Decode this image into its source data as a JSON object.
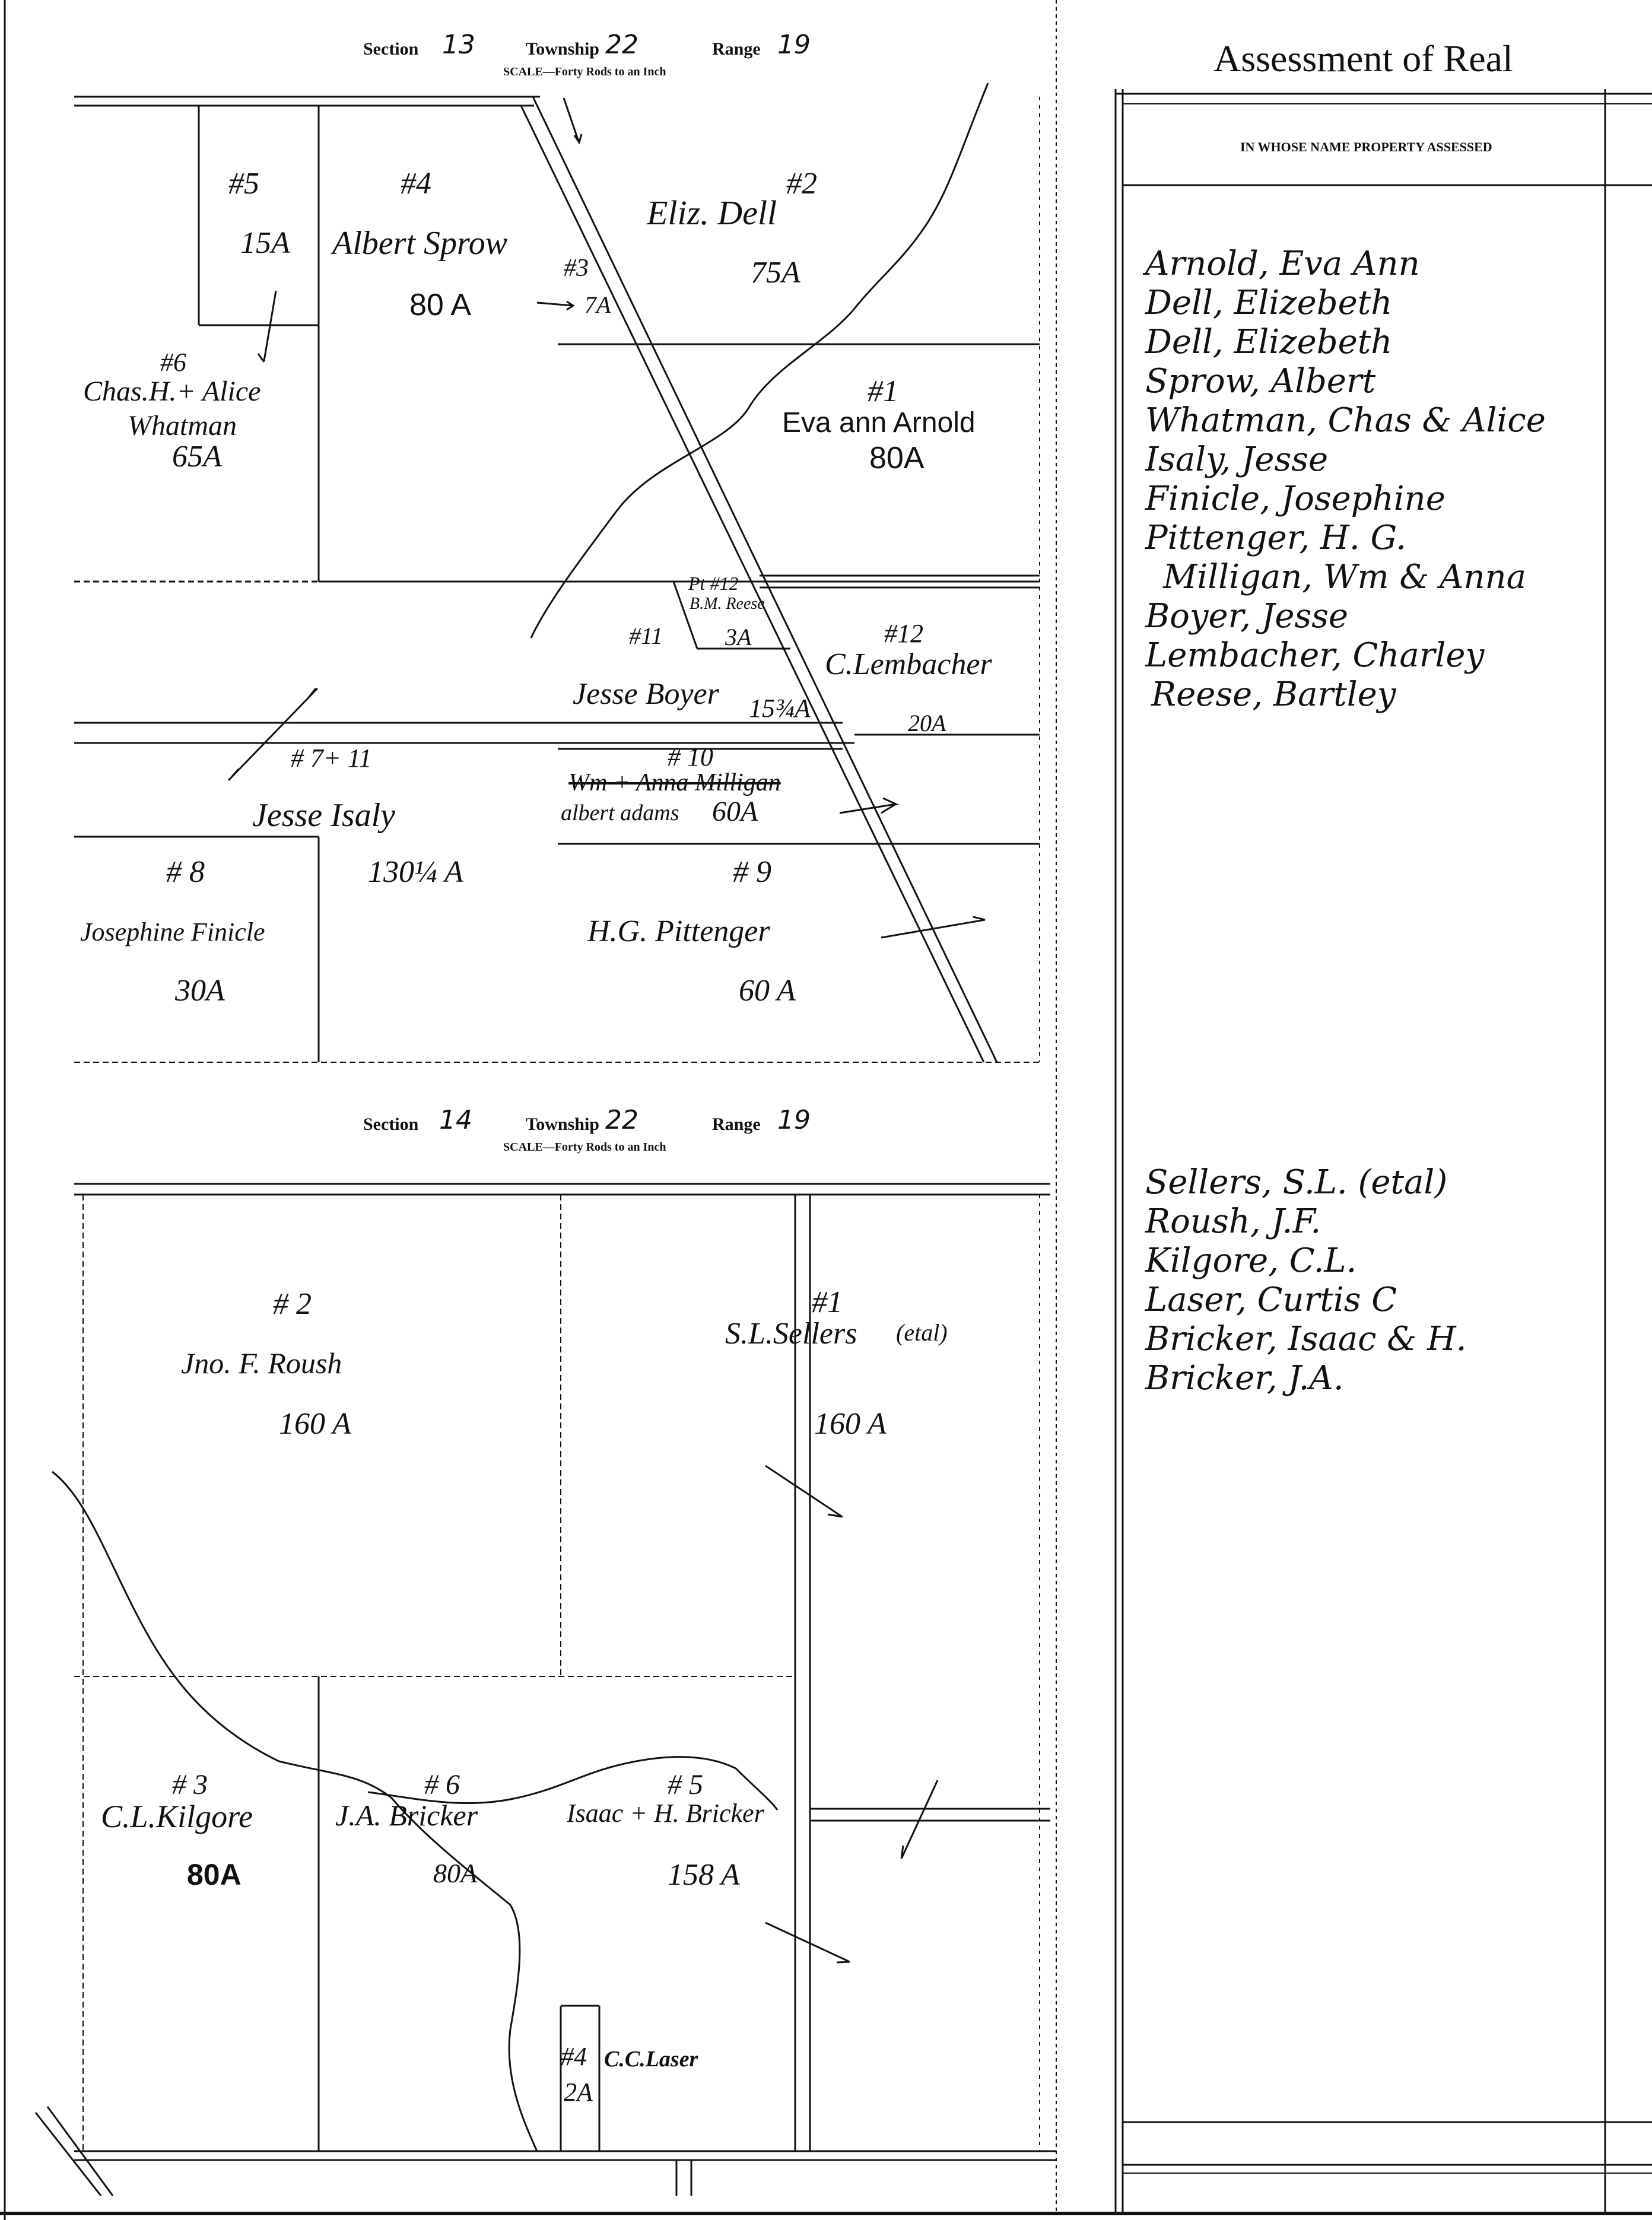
{
  "ledger": {
    "title": "Assessment of Real",
    "column_header": "IN WHOSE NAME PROPERTY ASSESSED",
    "owners_group_1": [
      "Arnold, Eva Ann",
      "Dell, Elizebeth",
      "Dell, Elizebeth",
      "Sprow, Albert",
      "Whatman, Chas & Alice",
      "Isaly, Jesse",
      "Finicle, Josephine",
      "Pittenger, H. G.",
      "Milligan, Wm & Anna",
      "Boyer, Jesse",
      "Lembacher, Charley",
      "Reese, Bartley"
    ],
    "owners_group_2": [
      "Sellers, S.L. (etal)",
      "Roush, J.F.",
      "Kilgore, C.L.",
      "Laser, Curtis C",
      "Bricker, Isaac & H.",
      "Bricker, J.A."
    ]
  },
  "map_top": {
    "section_label": "Section",
    "section": "13",
    "township_label": "Township",
    "township": "22",
    "range_label": "Range",
    "range": "19",
    "scale": "SCALE—Forty Rods to an Inch",
    "parcels": {
      "p5_num": "#5",
      "p5_area": "15A",
      "p4_num": "#4",
      "p4_owner": "Albert Sprow",
      "p4_area": "80 A",
      "p3_num": "#3",
      "p3_area": "7A",
      "p2_owner": "Eliz. Dell",
      "p2_num": "#2",
      "p2_area": "75A",
      "p6_num": "#6",
      "p6_owner_1": "Chas.H.+ Alice",
      "p6_owner_2": "Whatman",
      "p6_area": "65A",
      "p1_num": "#1",
      "p1_owner": "Eva ann Arnold",
      "p1_area": "80A",
      "p12a_num": "Pt #12",
      "p12a_owner": "B.M. Reese",
      "p12a_area": "3A",
      "p11_num": "#11",
      "p12_num": "#12",
      "p12_owner": "C.Lembacher",
      "p12_area": "20A",
      "p_boyer_owner": "Jesse Boyer",
      "p_boyer_area": "15¾A",
      "p7_num": "# 7+ 11",
      "p7_owner": "Jesse Isaly",
      "p7_area": "130¼ A",
      "p10_num": "# 10",
      "p10_old_owner": "Wm + Anna Milligan",
      "p10_owner": "albert adams",
      "p10_area": "60A",
      "p8_num": "# 8",
      "p8_owner": "Josephine Finicle",
      "p8_area": "30A",
      "p9_num": "# 9",
      "p9_owner": "H.G. Pittenger",
      "p9_area": "60 A"
    }
  },
  "map_bottom": {
    "section_label": "Section",
    "section": "14",
    "township_label": "Township",
    "township": "22",
    "range_label": "Range",
    "range": "19",
    "scale": "SCALE—Forty Rods to an Inch",
    "parcels": {
      "p2_num": "# 2",
      "p2_owner": "Jno. F. Roush",
      "p2_area": "160 A",
      "p1_num": "#1",
      "p1_owner": "S.L.Sellers",
      "p1_note": "(etal)",
      "p1_area": "160 A",
      "p3_num": "# 3",
      "p3_owner": "C.L.Kilgore",
      "p3_area": "80A",
      "p6_num": "# 6",
      "p6_owner": "J.A. Bricker",
      "p6_area": "80A",
      "p5_num": "# 5",
      "p5_owner": "Isaac + H. Bricker",
      "p5_area": "158 A",
      "p4_num": "#4",
      "p4_owner": "C.C.Laser",
      "p4_area": "2A"
    }
  }
}
